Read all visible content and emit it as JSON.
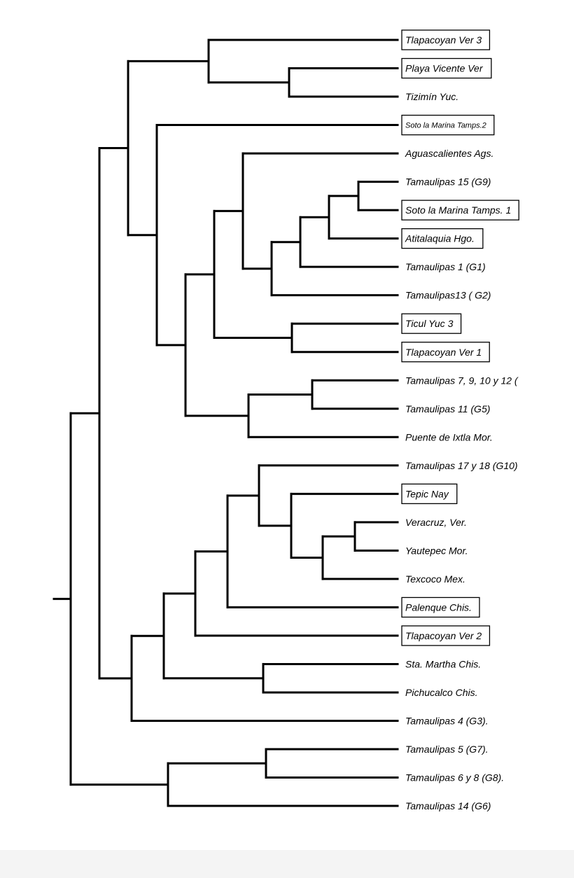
{
  "tree": {
    "root": {
      "children": [
        {
          "children": [
            {
              "children": [
                {
                  "children": [
                    {
                      "label": "Tlapacoyan Ver 3",
                      "boxed": true
                    },
                    {
                      "children": [
                        {
                          "label": "Playa Vicente Ver",
                          "boxed": true
                        },
                        {
                          "label": "Tizimín Yuc.",
                          "boxed": false
                        }
                      ]
                    }
                  ]
                },
                {
                  "children": [
                    {
                      "label": "Soto la Marina Tamps.2",
                      "boxed": true,
                      "small": true
                    },
                    {
                      "children": [
                        {
                          "children": [
                            {
                              "children": [
                                {
                                  "label": "Aguascalientes Ags.",
                                  "boxed": false
                                },
                                {
                                  "children": [
                                    {
                                      "children": [
                                        {
                                          "children": [
                                            {
                                              "children": [
                                                {
                                                  "label": "Tamaulipas 15 (G9)",
                                                  "boxed": false
                                                },
                                                {
                                                  "label": "Soto la Marina Tamps. 1",
                                                  "boxed": true
                                                }
                                              ]
                                            },
                                            {
                                              "label": "Atitalaquia Hgo.",
                                              "boxed": true
                                            }
                                          ]
                                        },
                                        {
                                          "label": "Tamaulipas 1 (G1)",
                                          "boxed": false
                                        }
                                      ]
                                    },
                                    {
                                      "label": "Tamaulipas13 ( G2)",
                                      "boxed": false
                                    }
                                  ]
                                }
                              ]
                            },
                            {
                              "children": [
                                {
                                  "label": "Ticul Yuc 3",
                                  "boxed": true
                                },
                                {
                                  "label": "Tlapacoyan Ver 1",
                                  "boxed": true
                                }
                              ]
                            }
                          ]
                        },
                        {
                          "children": [
                            {
                              "children": [
                                {
                                  "label": "Tamaulipas 7, 9, 10 y 12 (",
                                  "boxed": false
                                },
                                {
                                  "label": "Tamaulipas 11 (G5)",
                                  "boxed": false
                                }
                              ]
                            },
                            {
                              "label": "Puente de Ixtla Mor.",
                              "boxed": false
                            }
                          ]
                        }
                      ]
                    }
                  ]
                }
              ]
            },
            {
              "children": [
                {
                  "children": [
                    {
                      "children": [
                        {
                          "children": [
                            {
                              "children": [
                                {
                                  "label": "Tamaulipas 17 y 18 (G10)",
                                  "boxed": false
                                },
                                {
                                  "children": [
                                    {
                                      "label": "Tepic Nay",
                                      "boxed": true
                                    },
                                    {
                                      "children": [
                                        {
                                          "children": [
                                            {
                                              "label": "Veracruz,  Ver.",
                                              "boxed": false
                                            },
                                            {
                                              "label": "Yautepec Mor.",
                                              "boxed": false
                                            }
                                          ]
                                        },
                                        {
                                          "label": "Texcoco Mex.",
                                          "boxed": false
                                        }
                                      ]
                                    }
                                  ]
                                }
                              ]
                            },
                            {
                              "label": "Palenque Chis.",
                              "boxed": true
                            }
                          ]
                        },
                        {
                          "label": "Tlapacoyan Ver 2",
                          "boxed": true
                        }
                      ]
                    },
                    {
                      "children": [
                        {
                          "label": "Sta. Martha Chis.",
                          "boxed": false
                        },
                        {
                          "label": "Pichucalco Chis.",
                          "boxed": false
                        }
                      ]
                    }
                  ]
                },
                {
                  "label": "Tamaulipas 4 (G3).",
                  "boxed": false
                }
              ]
            }
          ]
        },
        {
          "children": [
            {
              "children": [
                {
                  "label": "Tamaulipas 5 (G7).",
                  "boxed": false
                },
                {
                  "label": "Tamaulipas 6 y 8 (G8).",
                  "boxed": false
                }
              ]
            },
            {
              "label": "Tamaulipas 14 (G6)",
              "boxed": false
            }
          ]
        }
      ]
    }
  }
}
